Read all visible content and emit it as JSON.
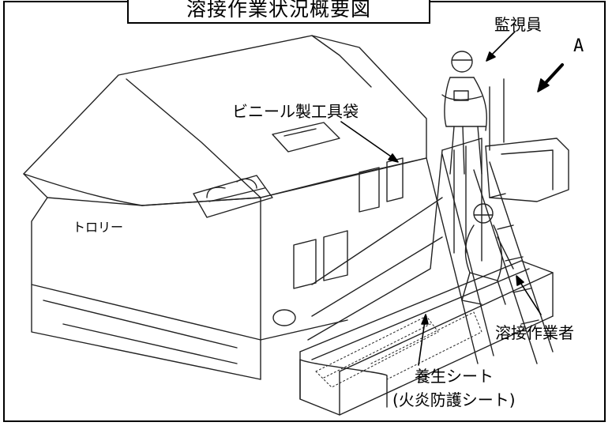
{
  "diagram": {
    "title": "溶接作業状況概要図",
    "labels": {
      "watcher": "監視員",
      "direction_a": "A",
      "tool_bag": "ビニール製工具袋",
      "trolley": "トロリー",
      "welder": "溶接作業者",
      "sheet_line1": "養生シート",
      "sheet_line2": "(火炎防護シート)"
    }
  }
}
